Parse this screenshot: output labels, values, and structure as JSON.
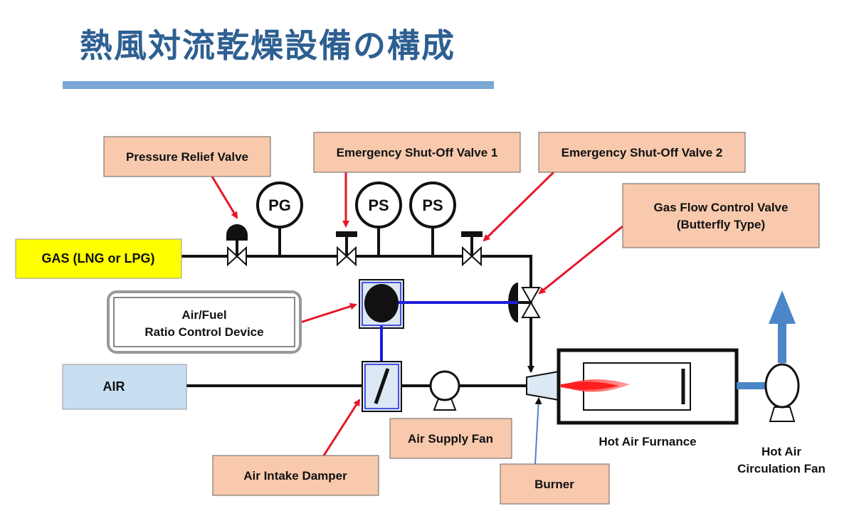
{
  "title": "熱風対流乾燥設備の構成",
  "colors": {
    "title": "#2e5f92",
    "title_bar": "#7ba7d6",
    "callout_box": "#f8c9ad",
    "gas_box": "#ffff00",
    "air_box": "#c8dff2",
    "air_line": "#1d1ddd",
    "exhaust_arrow": "#4a86c8",
    "arrow_red": "#e8162a",
    "pipe": "#111111"
  },
  "labels": {
    "gas": "GAS (LNG or LPG)",
    "air": "AIR",
    "pressure_relief": "Pressure Relief Valve",
    "esv1": "Emergency Shut-Off Valve 1",
    "esv2": "Emergency Shut-Off Valve 2",
    "gas_flow_line1": "Gas Flow Control Valve",
    "gas_flow_line2": "(Butterfly Type)",
    "afr_line1": "Air/Fuel",
    "afr_line2": "Ratio Control Device",
    "air_intake": "Air Intake Damper",
    "air_supply_fan": "Air Supply Fan",
    "burner": "Burner",
    "furnace": "Hot Air Furnance",
    "circ_fan_line1": "Hot Air",
    "circ_fan_line2": "Circulation Fan",
    "pg": "PG",
    "ps1": "PS",
    "ps2": "PS"
  }
}
